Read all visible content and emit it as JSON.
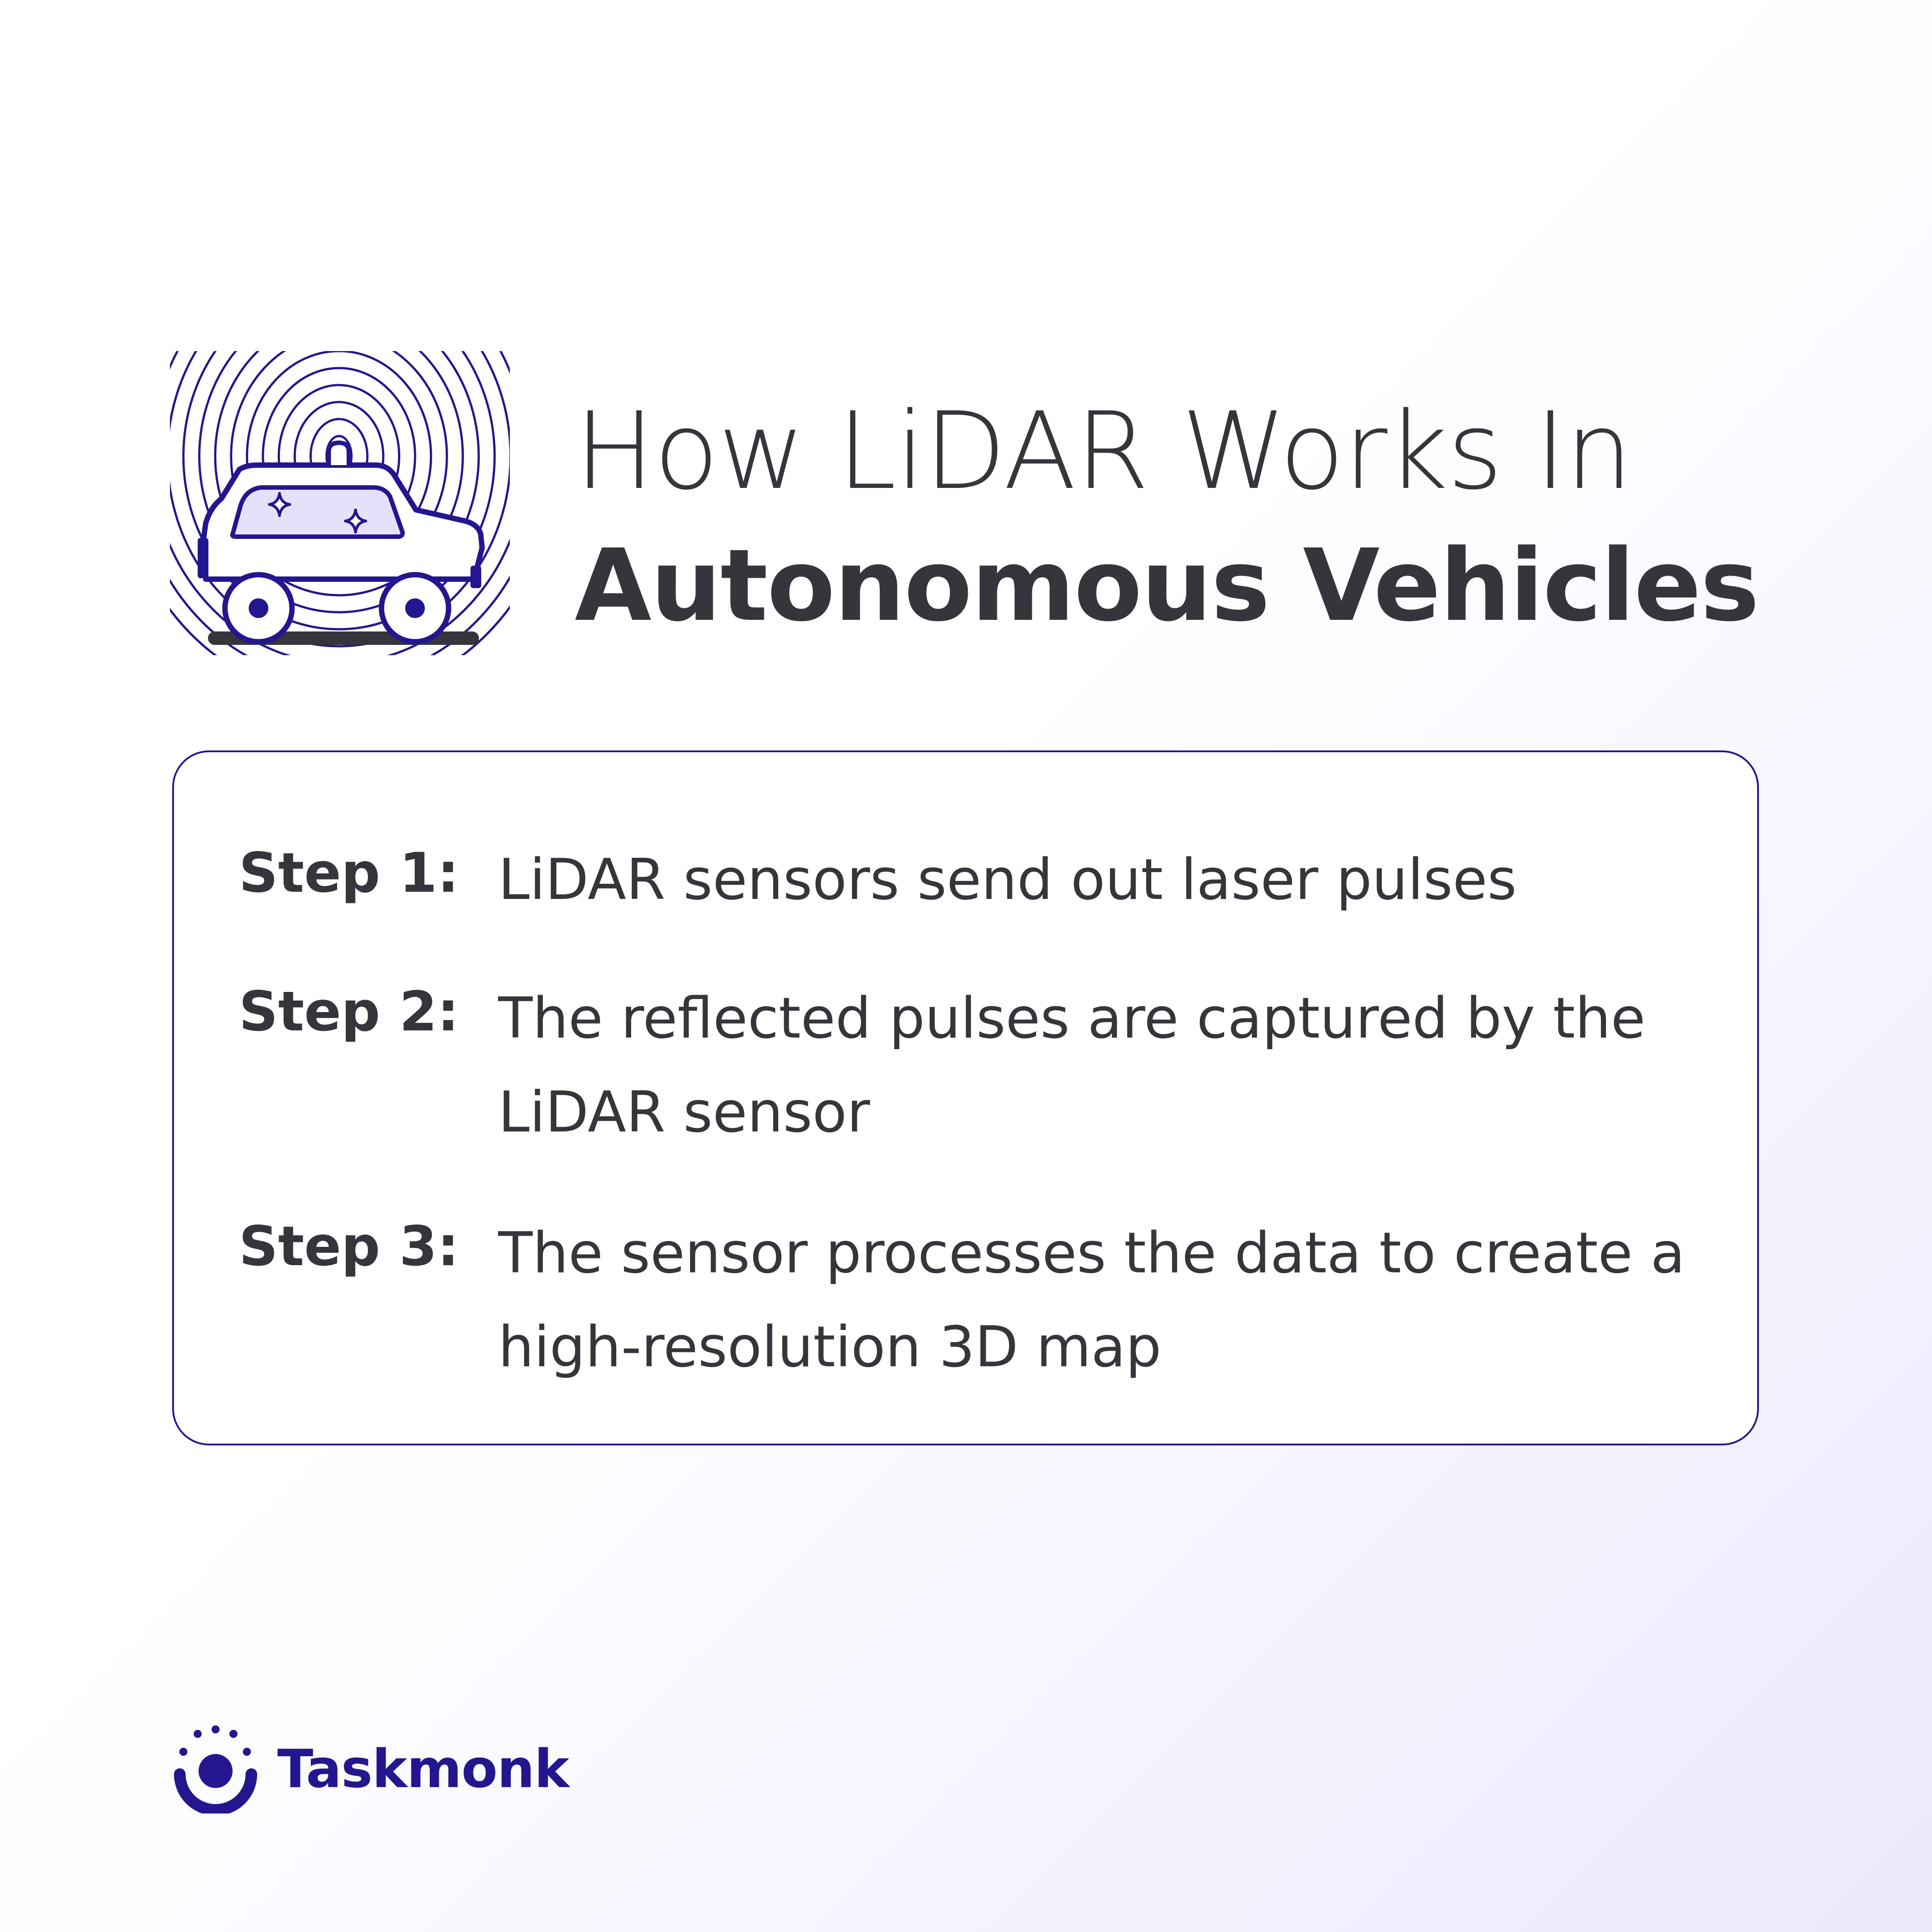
{
  "header": {
    "title_line1": "How LiDAR Works In",
    "title_line2": "Autonomous Vehicles",
    "icon": "lidar-car-icon"
  },
  "steps": [
    {
      "label": "Step 1:",
      "text": "LiDAR sensors send out laser pulses"
    },
    {
      "label": "Step 2:",
      "text": "The reflected pulses are captured by the LiDAR sensor"
    },
    {
      "label": "Step 3:",
      "text": "The sensor processes the data to create a high-resolution 3D map"
    }
  ],
  "brand": {
    "name": "Taskmonk",
    "icon": "taskmonk-logo-icon"
  },
  "colors": {
    "accent": "#24168e",
    "text": "#35353b",
    "window_fill": "#e6e1fb",
    "background_gradient_end": "#ece8fc"
  }
}
